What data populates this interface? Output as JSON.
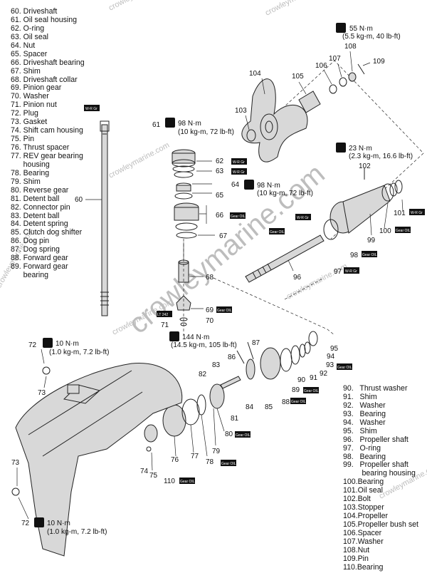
{
  "legend_left": [
    "60. Driveshaft",
    "61. Oil seal housing",
    "62. O-ring",
    "63. Oil seal",
    "64. Nut",
    "65. Spacer",
    "66. Driveshaft bearing",
    "67. Shim",
    "68. Driveshaft collar",
    "69. Pinion gear",
    "70. Washer",
    "71. Pinion nut",
    "72. Plug",
    "73. Gasket",
    "74. Shift cam housing",
    "75. Pin",
    "76. Thrust spacer",
    "77. REV gear bearing",
    "      housing",
    "78. Bearing",
    "79. Shim",
    "80. Reverse gear",
    "81. Detent ball",
    "82. Connector pin",
    "83. Detent ball",
    "84. Detent spring",
    "85. Clutch dog shifter",
    "86. Dog pin",
    "87. Dog spring",
    "88. Forward gear",
    "89. Forward gear",
    "      bearing"
  ],
  "legend_right": [
    "90.   Thrust washer",
    "91.   Shim",
    "92.   Washer",
    "93.   Bearing",
    "94.   Washer",
    "95.   Shim",
    "96.   Propeller shaft",
    "97.   O-ring",
    "98.   Bearing",
    "99.   Propeller shaft",
    "         bearing housing",
    "100.Bearing",
    "101.Oil seal",
    "102.Bolt",
    "103.Stopper",
    "104.Propeller",
    "105.Propeller bush set",
    "106.Spacer",
    "107.Washer",
    "108.Nut",
    "109.Pin",
    "110.Bearing"
  ],
  "torques": {
    "t55": [
      "55 N·m",
      "(5.5 kg-m, 40 lb-ft)"
    ],
    "t98a": [
      "98 N·m",
      "(10 kg-m, 72 lb-ft)"
    ],
    "t98b": [
      "98 N·m",
      "(10 kg-m, 72 lb-ft)"
    ],
    "t23": [
      "23 N·m",
      "(2.3 kg-m, 16.6 lb-ft)"
    ],
    "t144": [
      "144 N·m",
      "(14.5 kg-m, 105 lb-ft)"
    ],
    "t10a": [
      "10 N·m",
      "(1.0 kg-m, 7.2 lb-ft)"
    ],
    "t10b": [
      "10 N·m",
      "(1.0 kg-m, 7.2 lb-ft)"
    ]
  },
  "callouts": {
    "c60": "60",
    "c61": "61",
    "c62": "62",
    "c63": "63",
    "c64": "64",
    "c65": "65",
    "c66": "66",
    "c67": "67",
    "c68": "68",
    "c69": "69",
    "c70": "70",
    "c71": "71",
    "c72a": "72",
    "c72b": "72",
    "c73a": "73",
    "c73b": "73",
    "c74": "74",
    "c75": "75",
    "c76": "76",
    "c77": "77",
    "c78": "78",
    "c79": "79",
    "c80": "80",
    "c81": "81",
    "c82": "82",
    "c83": "83",
    "c84": "84",
    "c85": "85",
    "c86": "86",
    "c87": "87",
    "c88": "88",
    "c89": "89",
    "c90": "90",
    "c91": "91",
    "c92": "92",
    "c93": "93",
    "c94": "94",
    "c95": "95",
    "c96": "96",
    "c97": "97",
    "c98": "98",
    "c99": "99",
    "c100": "100",
    "c101": "101",
    "c102": "102",
    "c103": "103",
    "c104": "104",
    "c105": "105",
    "c106": "106",
    "c107": "107",
    "c108": "108",
    "c109": "109",
    "c110": "110"
  },
  "tags": {
    "gear_oil": "Gear OIL",
    "wr": "W-R Gr",
    "lt": "LT 242"
  },
  "watermark": "crowleymarine.com"
}
